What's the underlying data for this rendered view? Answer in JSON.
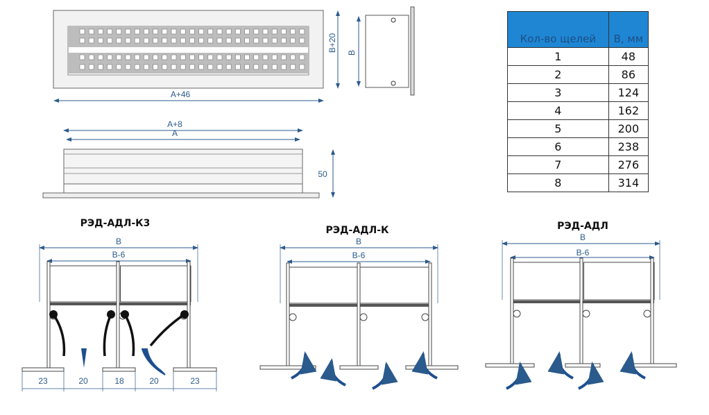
{
  "table": {
    "headers": [
      "Кол-во щелей",
      "В, мм"
    ],
    "rows": [
      [
        "1",
        "48"
      ],
      [
        "2",
        "86"
      ],
      [
        "3",
        "124"
      ],
      [
        "4",
        "162"
      ],
      [
        "5",
        "200"
      ],
      [
        "6",
        "238"
      ],
      [
        "7",
        "276"
      ],
      [
        "8",
        "314"
      ]
    ]
  },
  "front_view": {
    "width_label": "A+46",
    "height_label": "B+20"
  },
  "side_view": {
    "height_label": "B"
  },
  "top_view": {
    "outer_label": "A+8",
    "inner_label": "A",
    "depth_label": "50"
  },
  "sections": [
    {
      "title": "РЭД-АДЛ-К3",
      "outer": "B",
      "inner": "B-6",
      "dims": [
        "23",
        "20",
        "18",
        "20",
        "23"
      ]
    },
    {
      "title": "РЭД-АДЛ-К",
      "outer": "B",
      "inner": "B-6"
    },
    {
      "title": "РЭД-АДЛ",
      "outer": "B",
      "inner": "B-6"
    }
  ],
  "colors": {
    "dimension": "#2b5a8c",
    "arrow": "#1d4f8f",
    "header": "#1f86d4"
  }
}
